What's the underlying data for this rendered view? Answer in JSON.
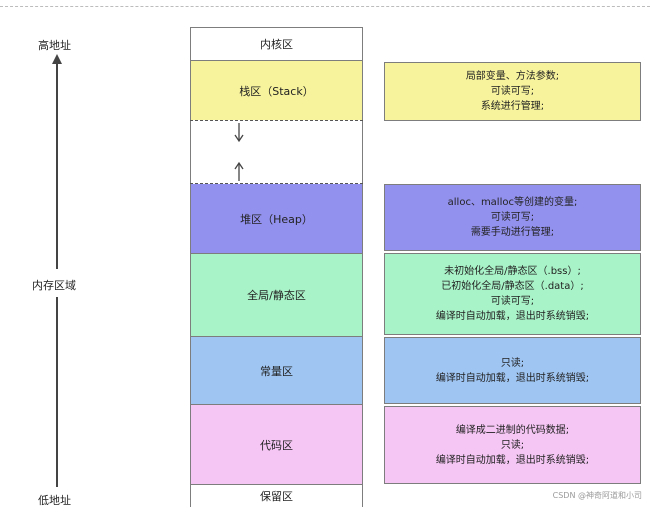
{
  "axis": {
    "high": "高地址",
    "middle": "内存区域",
    "low": "低地址"
  },
  "segments": {
    "kernel": "内核区",
    "stack": "栈区（Stack）",
    "heap": "堆区（Heap）",
    "global": "全局/静态区",
    "constant": "常量区",
    "code": "代码区",
    "reserved": "保留区"
  },
  "descriptions": {
    "stack": [
      "局部变量、方法参数;",
      "可读可写;",
      "系统进行管理;"
    ],
    "heap": [
      "alloc、malloc等创建的变量;",
      "可读可写;",
      "需要手动进行管理;"
    ],
    "global": [
      "未初始化全局/静态区（.bss）;",
      "已初始化全局/静态区（.data）;",
      "可读可写;",
      "编译时自动加载，退出时系统销毁;"
    ],
    "constant": [
      "只读;",
      "编译时自动加载，退出时系统销毁;"
    ],
    "code": [
      "编译成二进制的代码数据;",
      "只读;",
      "编译时自动加载，退出时系统销毁;"
    ]
  },
  "colors": {
    "stack": "#f7f39c",
    "heap": "#9391ee",
    "global": "#a9f3c8",
    "constant": "#9fc5f3",
    "code": "#f5c6f4",
    "border": "#7d7d7d"
  },
  "watermark": "CSDN @神奇阿道和小司",
  "icons": {
    "down_arrow": "arrow-down-icon",
    "up_arrow": "arrow-up-icon",
    "axis_up_arrow": "axis-arrow-up-icon"
  }
}
